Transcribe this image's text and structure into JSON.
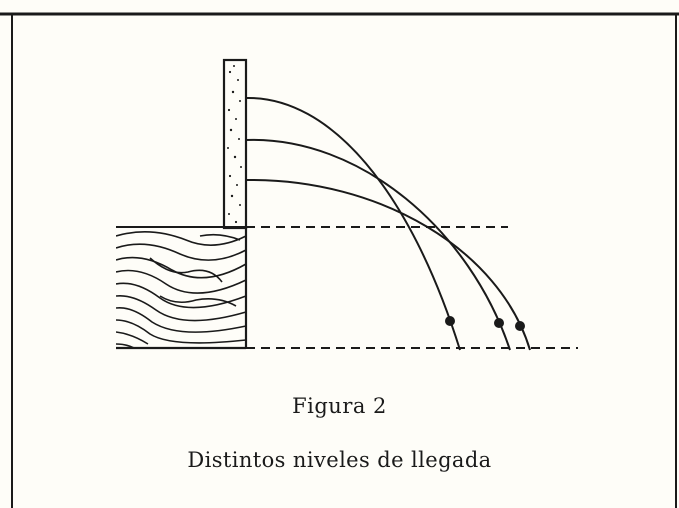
{
  "figure": {
    "title": "Figura 2",
    "subtitle": "Distintos niveles de llegada"
  },
  "diagram": {
    "trajectory_count": 3,
    "line_color": "#1a1a1a",
    "paper_color": "#fefdf8"
  }
}
